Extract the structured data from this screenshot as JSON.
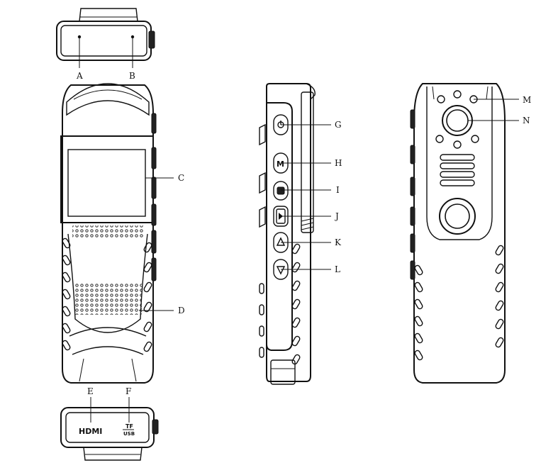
{
  "callouts": {
    "A": "A",
    "B": "B",
    "C": "C",
    "D": "D",
    "E": "E",
    "F": "F",
    "G": "G",
    "H": "H",
    "I": "I",
    "J": "J",
    "K": "K",
    "L": "L",
    "M": "M",
    "N": "N"
  },
  "ports": {
    "hdmi": "HDMI",
    "tf": "TF",
    "usb": "USB"
  },
  "buttons": {
    "menu": "M"
  }
}
